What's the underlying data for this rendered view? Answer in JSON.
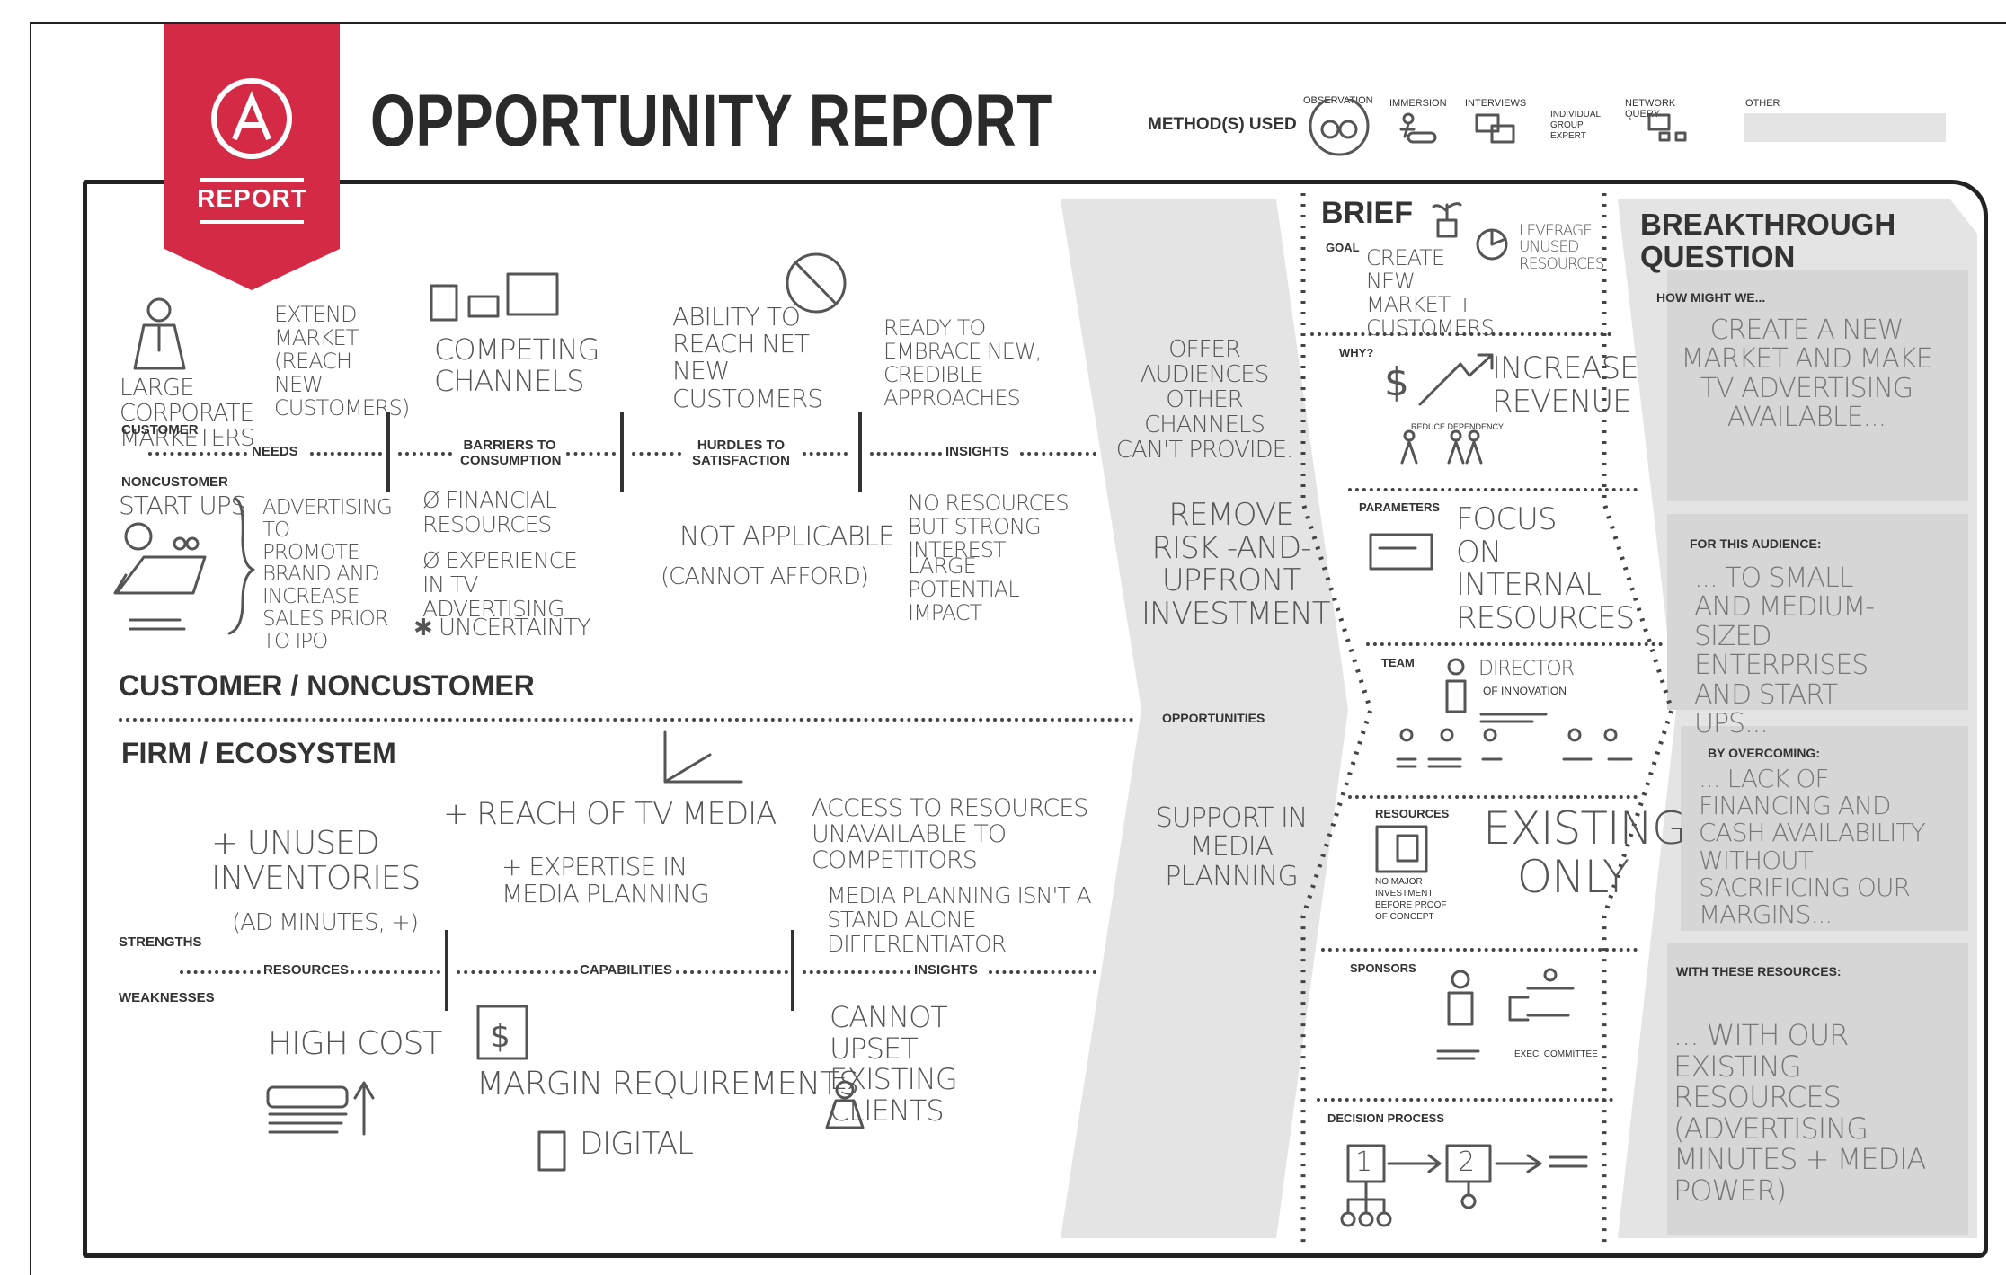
{
  "header": {
    "badge_label": "REPORT",
    "title": "OPPORTUNITY REPORT",
    "methods_label": "METHOD(S) USED",
    "methods": [
      "OBSERVATION",
      "IMMERSION",
      "INTERVIEWS",
      "NETWORK QUERY",
      "OTHER"
    ],
    "interview_types": [
      "INDIVIDUAL",
      "GROUP",
      "EXPERT"
    ]
  },
  "customer": {
    "section_title": "CUSTOMER / NONCUSTOMER",
    "customer_label": "CUSTOMER",
    "noncustomer_label": "NONCUSTOMER",
    "customer_name": "LARGE CORPORATE MARKETERS",
    "noncustomer_name": "START UPS",
    "columns": [
      "NEEDS",
      "BARRIERS TO CONSUMPTION",
      "HURDLES TO SATISFACTION",
      "INSIGHTS"
    ],
    "needs_top": "EXTEND MARKET (REACH NEW CUSTOMERS)",
    "barriers_top": "COMPETING CHANNELS",
    "hurdles_top": "ABILITY TO REACH NET NEW CUSTOMERS",
    "insights_top": "READY TO EMBRACE NEW, CREDIBLE APPROACHES",
    "needs_bottom": "ADVERTISING TO PROMOTE BRAND AND INCREASE SALES PRIOR TO IPO",
    "barriers_bottom": [
      "Ø FINANCIAL RESOURCES",
      "Ø EXPERIENCE IN TV ADVERTISING",
      "✱ UNCERTAINTY"
    ],
    "hurdles_bottom_1": "NOT APPLICABLE",
    "hurdles_bottom_2": "(CANNOT AFFORD)",
    "insights_bottom_1": "NO RESOURCES BUT STRONG INTEREST",
    "insights_bottom_2": "LARGE POTENTIAL IMPACT"
  },
  "firm": {
    "section_title": "FIRM / ECOSYSTEM",
    "strengths_label": "STRENGTHS",
    "weaknesses_label": "WEAKNESSES",
    "columns": [
      "RESOURCES",
      "CAPABILITIES",
      "INSIGHTS"
    ],
    "resources_top": "+ UNUSED INVENTORIES",
    "resources_top_note": "(AD MINUTES, +)",
    "capabilities_top_1": "+ REACH OF TV MEDIA",
    "capabilities_top_2": "+ EXPERTISE IN MEDIA PLANNING",
    "insights_top_1": "ACCESS TO RESOURCES UNAVAILABLE TO COMPETITORS",
    "insights_top_2": "MEDIA PLANNING ISN'T A STAND ALONE DIFFERENTIATOR",
    "resources_bottom": "HIGH COST",
    "capabilities_bottom_1": "MARGIN REQUIREMENTS",
    "capabilities_bottom_2": "DIGITAL",
    "insights_bottom": "CANNOT UPSET EXISTING CLIENTS"
  },
  "opportunities": {
    "label": "OPPORTUNITIES",
    "item_1": "OFFER AUDIENCES OTHER CHANNELS CAN'T PROVIDE.",
    "item_2": "REMOVE RISK -AND- UPFRONT INVESTMENT",
    "item_3": "SUPPORT IN MEDIA PLANNING"
  },
  "brief": {
    "title": "BRIEF",
    "goal_label": "GOAL",
    "goal_1": "CREATE NEW MARKET + CUSTOMERS",
    "goal_2": "LEVERAGE UNUSED RESOURCES",
    "why_label": "WHY?",
    "why_text": "INCREASE REVENUE",
    "why_note": "REDUCE DEPENDENCY",
    "parameters_label": "PARAMETERS",
    "parameters_text": "FOCUS ON INTERNAL RESOURCES",
    "team_label": "TEAM",
    "team_text": "DIRECTOR",
    "team_sub": "OF INNOVATION",
    "resources_label": "RESOURCES",
    "resources_text": "EXISTING ONLY",
    "resources_note": "NO MAJOR INVESTMENT BEFORE PROOF OF CONCEPT",
    "sponsors_label": "SPONSORS",
    "sponsors_note": "EXEC. COMMITTEE",
    "decision_label": "DECISION PROCESS",
    "decision_steps": [
      "1",
      "2"
    ]
  },
  "breakthrough": {
    "title": "BREAKTHROUGH QUESTION",
    "how_label": "HOW MIGHT WE...",
    "how_text": "CREATE A NEW MARKET AND MAKE TV ADVERTISING AVAILABLE...",
    "audience_label": "FOR THIS AUDIENCE:",
    "audience_text": "... TO SMALL AND MEDIUM-SIZED ENTERPRISES AND START UPS...",
    "overcoming_label": "BY OVERCOMING:",
    "overcoming_text": "... LACK OF FINANCING AND CASH AVAILABILITY WITHOUT SACRIFICING OUR MARGINS...",
    "resources_label": "WITH THESE RESOURCES:",
    "resources_text": "... WITH OUR EXISTING RESOURCES (ADVERTISING MINUTES + MEDIA POWER)"
  },
  "colors": {
    "badge": "#d42a46",
    "panel": "#e4e4e4",
    "ink": "#333333"
  }
}
